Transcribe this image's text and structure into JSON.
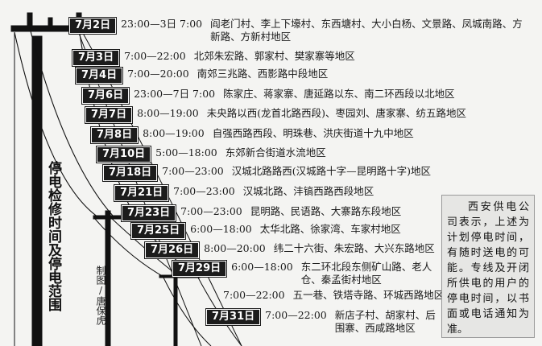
{
  "title": "停电检修时间及停电范围",
  "credit": "制图/唐保虎",
  "notice": "西安供电公司表示，上述为计划停电时间，有随时送电的可能。专线及开闭所供电的用户的停电时间，以书面或电话通知为准。",
  "schedule": [
    {
      "date": "7月2日",
      "time": "23:00—3日 7:00",
      "area": "阎老门村、李上下壕村、东西塘村、大小白杨、文景路、凤城南路、方新路、方新村地区"
    },
    {
      "date": "7月3日",
      "time": "7:00—22:00",
      "area": "北郊朱宏路、郭家村、樊家寨等地区"
    },
    {
      "date": "7月4日",
      "time": "7:00—20:00",
      "area": "南郊三兆路、西影路中段地区"
    },
    {
      "date": "7月6日",
      "time": "23:00—7日 7:00",
      "area": "陈家庄、蒋家寨、唐延路以东、南二环西段以北地区"
    },
    {
      "date": "7月7日",
      "time": "8:00—19:00",
      "area": "未央路以西(龙首北路西段)、枣园刘、唐家寨、纺五路地区"
    },
    {
      "date": "7月8日",
      "time": "8:00—19:00",
      "area": "自强西路西段、明珠巷、洪庆街道十九中地区"
    },
    {
      "date": "7月10日",
      "time": "5:00—18:00",
      "area": "东郊新合街道水流地区"
    },
    {
      "date": "7月18日",
      "time": "7:00—23:00",
      "area": "汉城北路路西(汉城路十字—昆明路十字)地区"
    },
    {
      "date": "7月21日",
      "time": "7:00—23:00",
      "area": "汉城北路、沣镐西路西段地区"
    },
    {
      "date": "7月23日",
      "time": "7:00—23:00",
      "area": "昆明路、民语路、大寨路东段地区"
    },
    {
      "date": "7月25日",
      "time": "6:00—18:00",
      "area": "太华北路、徐家湾、车家村地区"
    },
    {
      "date": "7月26日",
      "time": "8:00—20:00",
      "area": "纬二十六街、朱宏路、大兴东路地区"
    },
    {
      "date": "7月29日",
      "time": "6:00—18:00",
      "area": "东二环北段东侧矿山路、老人仓、秦孟街村地区"
    },
    {
      "date": "",
      "time": "7:00—22:00",
      "area": "五一巷、铁塔寺路、环城西路地区"
    },
    {
      "date": "7月31日",
      "time": "7:00—22:00",
      "area": "新店子村、胡家村、后围寨、西咸路地区"
    }
  ]
}
